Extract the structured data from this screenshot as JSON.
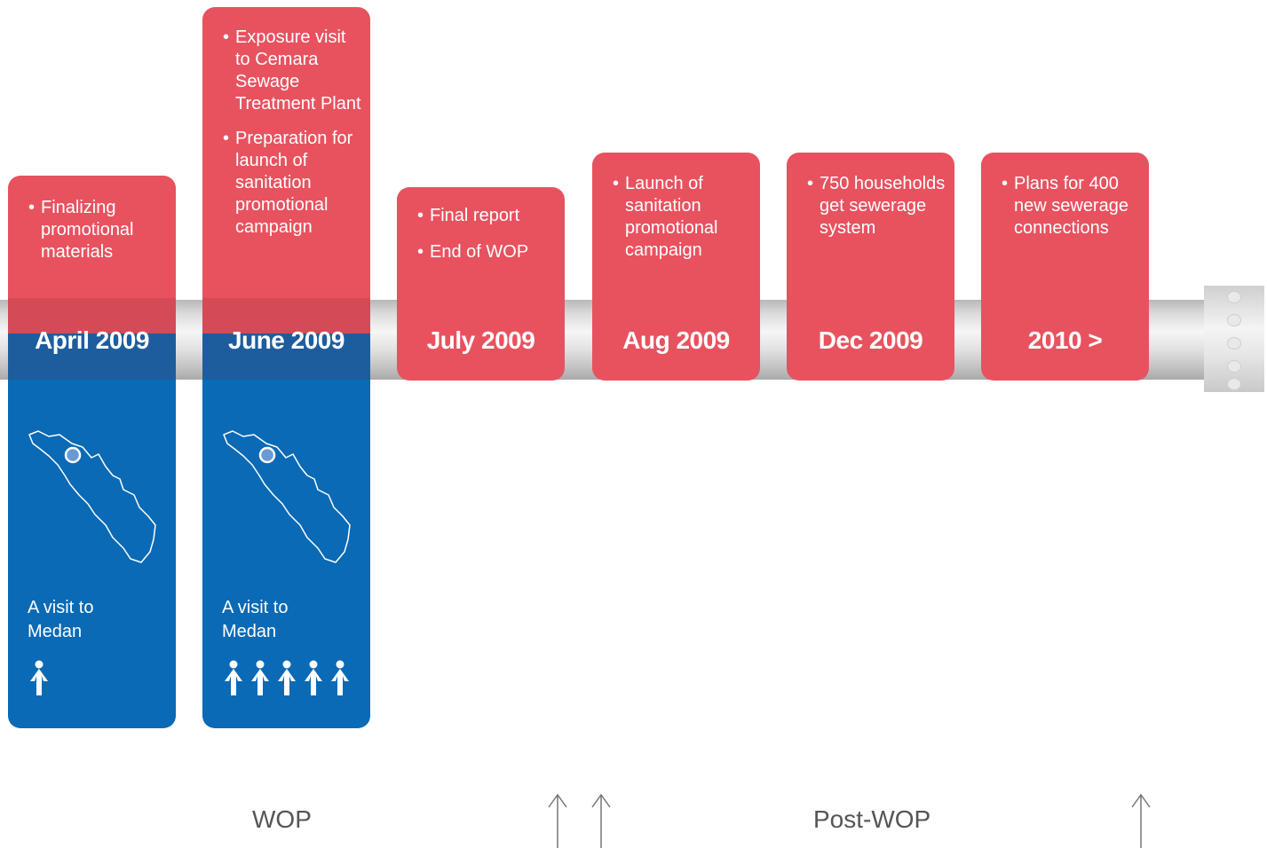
{
  "timeline": [
    {
      "date": "April 2009",
      "bullets": [
        "Finalizing promotional materials"
      ],
      "visit": "A visit to Medan",
      "people": 1,
      "color": "#e8525f"
    },
    {
      "date": "June 2009",
      "bullets": [
        "Exposure visit to Cemara Sewage Treatment Plant",
        "Preparation for launch of sanitation promotional campaign"
      ],
      "visit": "A visit to Medan",
      "people": 5,
      "color": "#e8525f"
    },
    {
      "date": "July 2009",
      "bullets": [
        "Final report",
        "End of WOP"
      ]
    },
    {
      "date": "Aug 2009",
      "bullets": [
        "Launch of sanitation promotional campaign"
      ]
    },
    {
      "date": "Dec 2009",
      "bullets": [
        "750 households get sewerage system"
      ]
    },
    {
      "date": "2010 >",
      "bullets": [
        "Plans for 400 new sewerage connections"
      ]
    }
  ],
  "phases": {
    "wop": "WOP",
    "post_wop": "Post-WOP"
  },
  "colors": {
    "card_red": "#e8525f",
    "card_blue": "#0a6ab5",
    "pipe": "#d9d9d9"
  },
  "icons": {
    "map": "sumatra-map-icon",
    "person": "person-icon",
    "arrow": "up-arrow-icon"
  }
}
